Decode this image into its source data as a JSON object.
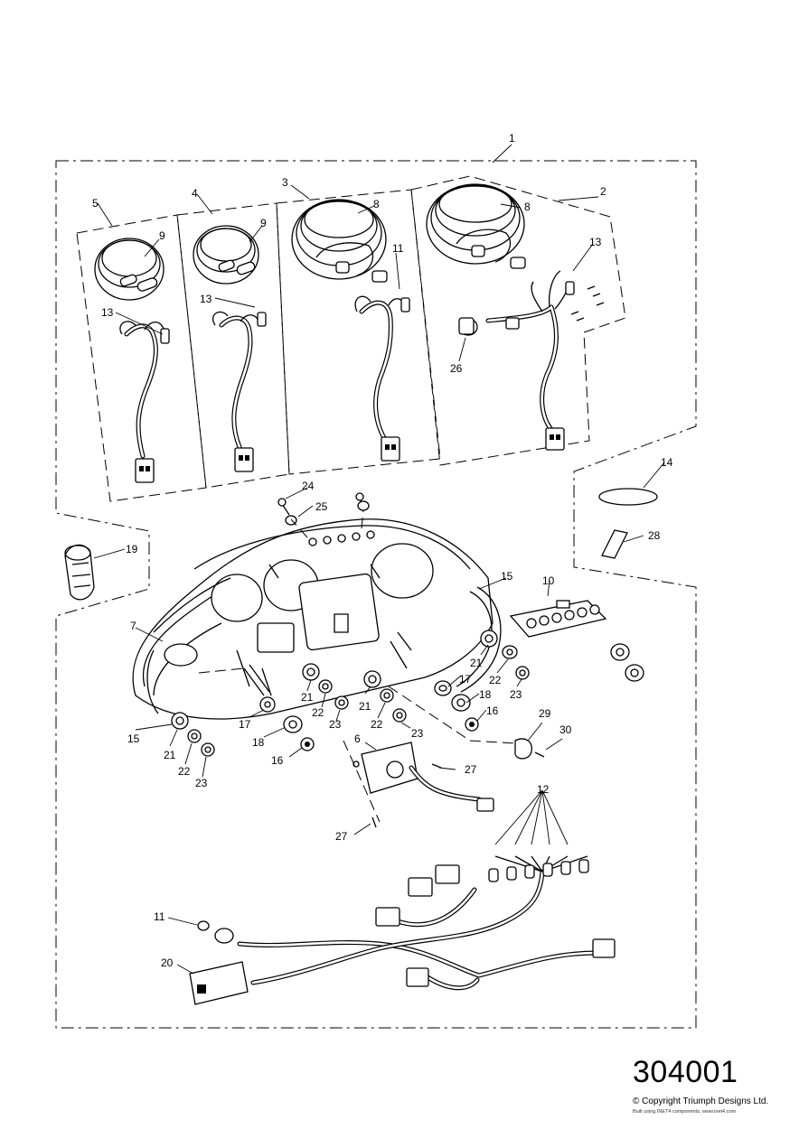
{
  "diagram": {
    "callouts": {
      "c1": "1",
      "c2": "2",
      "c3": "3",
      "c4": "4",
      "c5": "5",
      "c6": "6",
      "c7": "7",
      "c8a": "8",
      "c8b": "8",
      "c9a": "9",
      "c9b": "9",
      "c10": "10",
      "c11a": "11",
      "c11b": "11",
      "c12": "12",
      "c13a": "13",
      "c13b": "13",
      "c13c": "13",
      "c14": "14",
      "c15a": "15",
      "c15b": "15",
      "c16a": "16",
      "c16b": "16",
      "c17a": "17",
      "c17b": "17",
      "c18a": "18",
      "c18b": "18",
      "c19": "19",
      "c20": "20",
      "c21a": "21",
      "c21b": "21",
      "c21c": "21",
      "c21d": "21",
      "c22a": "22",
      "c22b": "22",
      "c22c": "22",
      "c22d": "22",
      "c23a": "23",
      "c23b": "23",
      "c23c": "23",
      "c23d": "23",
      "c24": "24",
      "c25": "25",
      "c26": "26",
      "c27a": "27",
      "c27b": "27",
      "c28": "28",
      "c29": "29",
      "c30": "30"
    }
  },
  "footer": {
    "reference_number": "304001",
    "copyright": "© Copyright Triumph Designs Ltd.",
    "built_with": "Built using INET4 components. www.inet4.com"
  }
}
